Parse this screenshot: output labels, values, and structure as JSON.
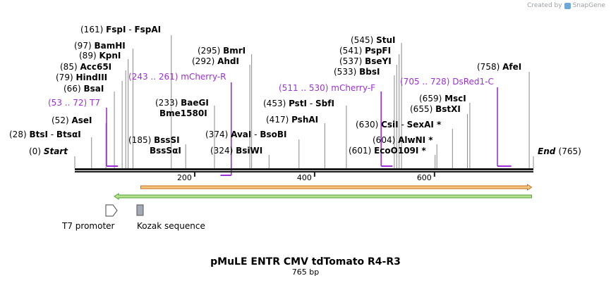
{
  "credit": {
    "prefix": "Created by",
    "brand": "SnapGene"
  },
  "plasmid": {
    "name": "pMuLE ENTR CMV tdTomato R4-R3",
    "length_label": "765 bp",
    "length": 765
  },
  "ends": {
    "start": {
      "pos": "(0)",
      "label": "Start"
    },
    "end": {
      "label": "End",
      "pos": "(765)"
    }
  },
  "ruler": {
    "ticks": [
      200,
      400,
      600
    ]
  },
  "sites": [
    {
      "id": "btsi",
      "pos": 28,
      "names": [
        "BtsI",
        "BtsαI"
      ]
    },
    {
      "id": "asei",
      "pos": 52,
      "names": [
        "AseI"
      ]
    },
    {
      "id": "bsai",
      "pos": 66,
      "names": [
        "BsaI"
      ]
    },
    {
      "id": "hindiii",
      "pos": 79,
      "names": [
        "HindIII"
      ]
    },
    {
      "id": "acc65i",
      "pos": 85,
      "names": [
        "Acc65I"
      ]
    },
    {
      "id": "kpni",
      "pos": 89,
      "names": [
        "KpnI"
      ]
    },
    {
      "id": "bamhi",
      "pos": 97,
      "names": [
        "BamHI"
      ]
    },
    {
      "id": "fspi",
      "pos": 161,
      "names": [
        "FspI",
        "FspAI"
      ]
    },
    {
      "id": "bsssi",
      "pos": 185,
      "names": [
        "BssSI",
        "BssSαI"
      ]
    },
    {
      "id": "baegi",
      "pos": 233,
      "names": [
        "BaeGI",
        "Bme1580I"
      ]
    },
    {
      "id": "ahdi",
      "pos": 292,
      "names": [
        "AhdI"
      ]
    },
    {
      "id": "bmri",
      "pos": 295,
      "names": [
        "BmrI"
      ]
    },
    {
      "id": "bsiwi",
      "pos": 324,
      "names": [
        "BsiWI"
      ]
    },
    {
      "id": "avai",
      "pos": 374,
      "names": [
        "AvaI",
        "BsoBI"
      ]
    },
    {
      "id": "pshai",
      "pos": 417,
      "names": [
        "PshAI"
      ]
    },
    {
      "id": "psti",
      "pos": 453,
      "names": [
        "PstI",
        "SbfI"
      ]
    },
    {
      "id": "ecoo109i",
      "pos": 601,
      "names": [
        "EcoO109I *"
      ]
    },
    {
      "id": "alwni",
      "pos": 604,
      "names": [
        "AlwNI *"
      ]
    },
    {
      "id": "csii",
      "pos": 630,
      "names": [
        "CsiI",
        "SexAI *"
      ]
    },
    {
      "id": "bbsi",
      "pos": 533,
      "names": [
        "BbsI"
      ]
    },
    {
      "id": "bseyi",
      "pos": 537,
      "names": [
        "BseYI"
      ]
    },
    {
      "id": "pspfi",
      "pos": 541,
      "names": [
        "PspFI"
      ]
    },
    {
      "id": "stui",
      "pos": 545,
      "names": [
        "StuI"
      ]
    },
    {
      "id": "bstxi",
      "pos": 655,
      "names": [
        "BstXI"
      ]
    },
    {
      "id": "msci",
      "pos": 659,
      "names": [
        "MscI"
      ]
    },
    {
      "id": "afei",
      "pos": 758,
      "names": [
        "AfeI"
      ]
    }
  ],
  "primers": [
    {
      "id": "t7",
      "range": "(53 .. 72)",
      "name": "T7"
    },
    {
      "id": "mcherry-r",
      "range": "(243 .. 261)",
      "name": "mCherry-R"
    },
    {
      "id": "mcherry-f",
      "range": "(511 .. 530)",
      "name": "mCherry-F"
    },
    {
      "id": "dsred1-c",
      "range": "(705 .. 728)",
      "name": "DsRed1-C"
    }
  ],
  "features": [
    {
      "id": "t7-promoter",
      "label": "T7 promoter"
    },
    {
      "id": "kozak",
      "label": "Kozak sequence"
    }
  ],
  "colors": {
    "primer": "#9b30d9",
    "orf_fill": "#f5c77e",
    "orf_stroke": "#c96b18",
    "green_fill": "#b9e08c",
    "green_stroke": "#4aa33a",
    "kozak": "#a4a9b3"
  }
}
